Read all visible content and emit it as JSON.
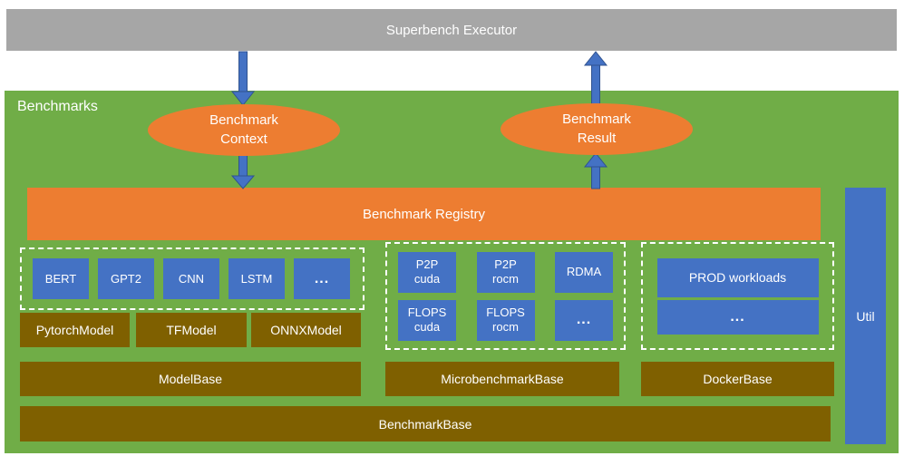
{
  "colors": {
    "executor_gray": "#a6a6a6",
    "benchmarks_green": "#70ad47",
    "accent_orange": "#ed7d31",
    "box_blue": "#4472c4",
    "base_olive": "#7f6000",
    "arrow_blue": "#4472c4"
  },
  "executor": {
    "label": "Superbench Executor"
  },
  "benchmarks": {
    "label": "Benchmarks",
    "context_label": "Benchmark\nContext",
    "result_label": "Benchmark\nResult",
    "registry_label": "Benchmark Registry",
    "util_label": "Util",
    "models": {
      "chips": [
        "BERT",
        "GPT2",
        "CNN",
        "LSTM",
        "..."
      ],
      "frameworks": [
        "PytorchModel",
        "TFModel",
        "ONNXModel"
      ],
      "base": "ModelBase"
    },
    "micro": {
      "row1": [
        "P2P\ncuda",
        "P2P\nrocm",
        "RDMA"
      ],
      "row2": [
        "FLOPS\ncuda",
        "FLOPS\nrocm",
        "..."
      ],
      "base": "MicrobenchmarkBase"
    },
    "docker": {
      "workloads": "PROD workloads",
      "more": "...",
      "base": "DockerBase"
    },
    "base": "BenchmarkBase"
  }
}
